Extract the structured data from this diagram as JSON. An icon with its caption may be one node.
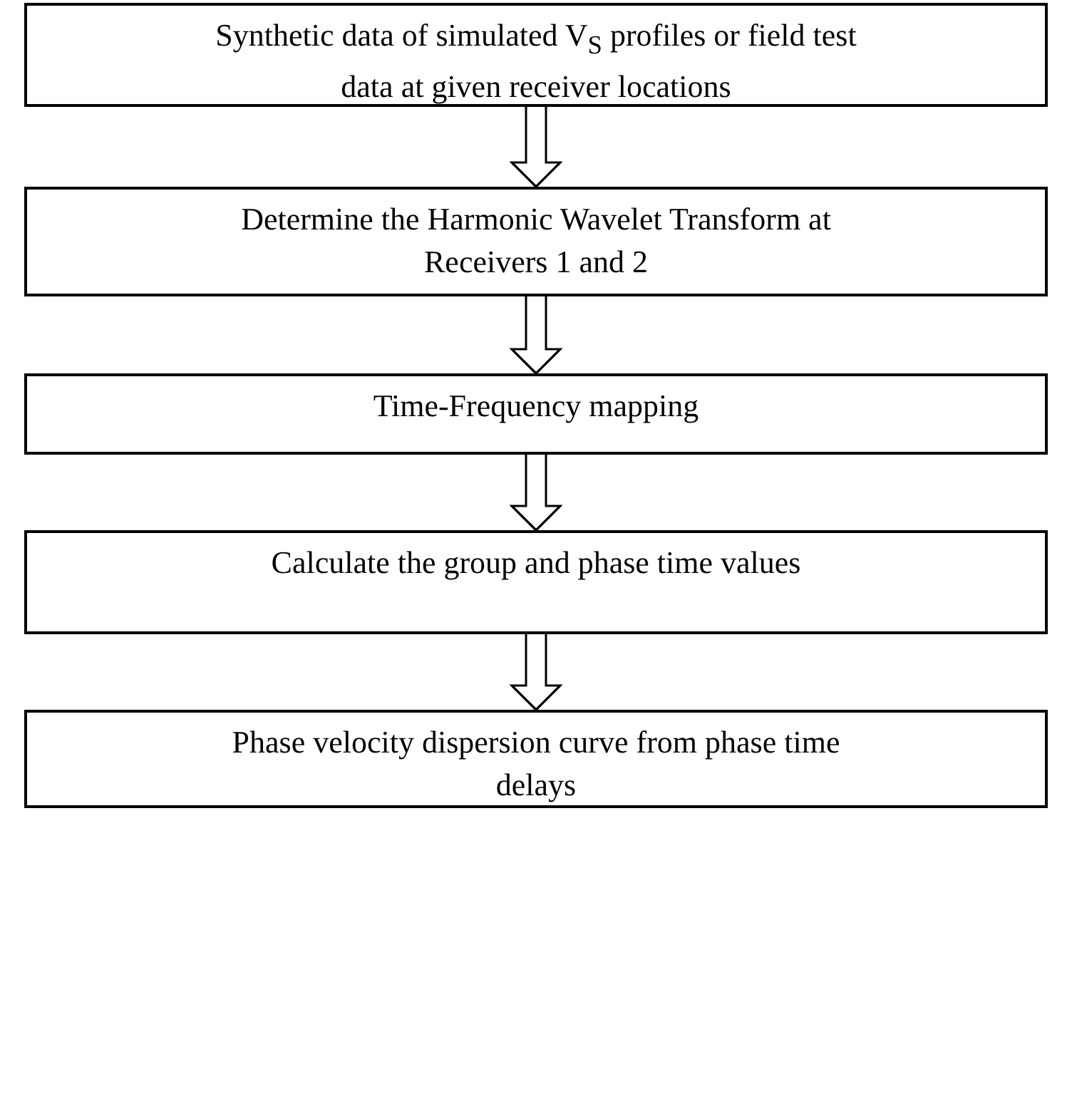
{
  "diagram": {
    "nodes": [
      {
        "text": [
          "Synthetic data of simulated V$_{S}$ profiles or field test data at given receiver locations"
        ]
      },
      {
        "text": [
          "Determine the Harmonic Wavelet Transform at Receivers 1 and 2"
        ]
      },
      {
        "text": [
          "Time-Frequency mapping"
        ]
      },
      {
        "text": [
          "Calculate the group and phase time values"
        ]
      },
      {
        "text": [
          "Phase velocity dispersion curve from phase time delays"
        ]
      }
    ],
    "edges": [
      {
        "from": 0,
        "to": 1,
        "arrow": "to"
      },
      {
        "from": 1,
        "to": 2,
        "arrow": "to"
      },
      {
        "from": 2,
        "to": 3,
        "arrow": "to"
      },
      {
        "from": 3,
        "to": 4,
        "arrow": "to"
      }
    ]
  }
}
